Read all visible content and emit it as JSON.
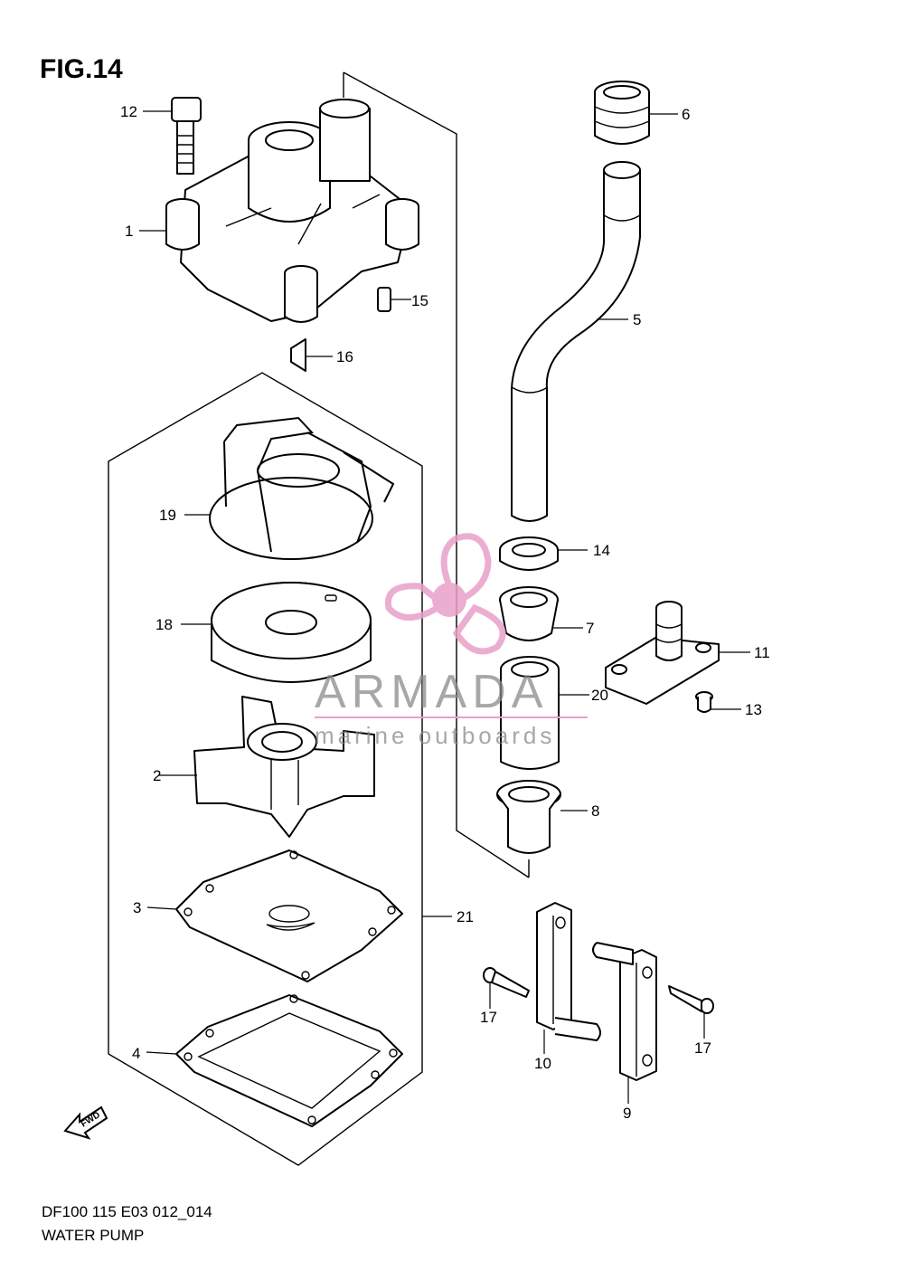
{
  "figure": {
    "title": "FIG.14"
  },
  "footer": {
    "model_code": "DF100 115 E03 012_014",
    "section_name": "WATER PUMP"
  },
  "watermark": {
    "brand": "ARMADA",
    "tagline": "marine outboards",
    "accent_color": "#e8a0c8",
    "text_color": "#8a8a8a"
  },
  "fwd_arrow": {
    "label": "FWD"
  },
  "callouts": {
    "p1": "1",
    "p2": "2",
    "p3": "3",
    "p4": "4",
    "p5": "5",
    "p6": "6",
    "p7": "7",
    "p8": "8",
    "p9": "9",
    "p10": "10",
    "p11": "11",
    "p12": "12",
    "p13": "13",
    "p14": "14",
    "p15": "15",
    "p16": "16",
    "p17a": "17",
    "p17b": "17",
    "p18": "18",
    "p19": "19",
    "p20": "20",
    "p21": "21"
  }
}
